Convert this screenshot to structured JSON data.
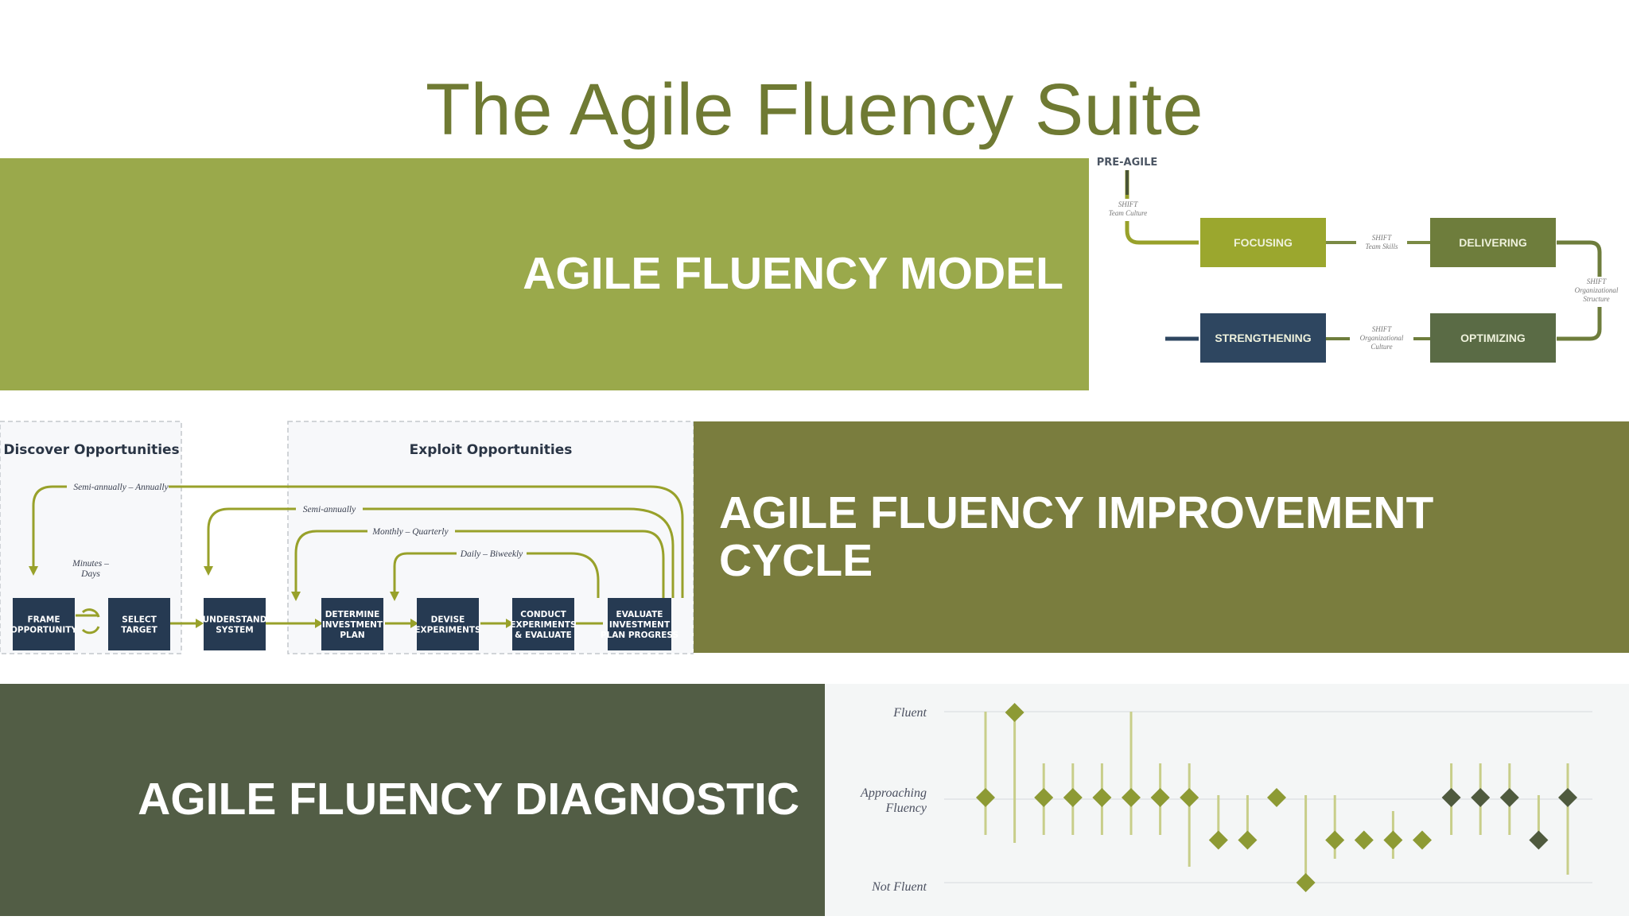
{
  "title": "The Agile Fluency Suite",
  "bands": {
    "model": "AGILE FLUENCY MODEL",
    "cycle": "AGILE FLUENCY IMPROVEMENT CYCLE",
    "diagnostic": "AGILE FLUENCY DIAGNOSTIC"
  },
  "fluency_model": {
    "start": "PRE-AGILE",
    "zones": {
      "focusing": "FOCUSING",
      "delivering": "DELIVERING",
      "optimizing": "OPTIMIZING",
      "strengthening": "STRENGTHENING"
    },
    "shifts": {
      "s1_head": "SHIFT",
      "s1_text": "Team Culture",
      "s2_head": "SHIFT",
      "s2_text": "Team Skills",
      "s3_head": "SHIFT",
      "s3_text1": "Organizational",
      "s3_text2": "Structure",
      "s4_head": "SHIFT",
      "s4_text1": "Organizational",
      "s4_text2": "Culture"
    },
    "colors": {
      "focusing": "#9ba72e",
      "delivering": "#6e7d3c",
      "optimizing": "#5a6b45",
      "strengthening": "#2e4660"
    }
  },
  "improvement_cycle": {
    "discover_title": "Discover Opportunities",
    "exploit_title": "Exploit Opportunities",
    "frequencies": {
      "f1": "Semi-annually – Annually",
      "f2": "Semi-annually",
      "f3": "Monthly – Quarterly",
      "f4": "Daily – Biweekly",
      "f5a": "Minutes –",
      "f5b": "Days"
    },
    "steps": {
      "frame": [
        "FRAME",
        "OPPORTUNITY"
      ],
      "select": [
        "SELECT",
        "TARGET"
      ],
      "understand": [
        "UNDERSTAND",
        "SYSTEM"
      ],
      "determine": [
        "DETERMINE",
        "INVESTMENT",
        "PLAN"
      ],
      "devise": [
        "DEVISE",
        "EXPERIMENTS"
      ],
      "conduct": [
        "CONDUCT",
        "EXPERIMENTS",
        "& EVALUATE"
      ],
      "evaluate": [
        "EVALUATE",
        "INVESTMENT",
        "PLAN PROGRESS"
      ]
    },
    "colors": {
      "box": "#263a52",
      "arrow": "#98a12a"
    }
  },
  "diagnostic": {
    "y_labels": {
      "fluent": "Fluent",
      "approaching1": "Approaching",
      "approaching2": "Fluency",
      "not_fluent": "Not Fluent"
    },
    "markers": [
      1,
      2,
      1,
      1,
      1,
      1,
      1,
      1,
      0.5,
      0.5,
      1,
      0,
      0.5,
      0.5,
      0.5,
      0.5,
      1,
      1,
      1,
      0.5,
      1
    ],
    "colors": {
      "marker": "#8d9a34",
      "line": "#c8ce8a",
      "dark_marker": "#4f5a3e"
    }
  }
}
